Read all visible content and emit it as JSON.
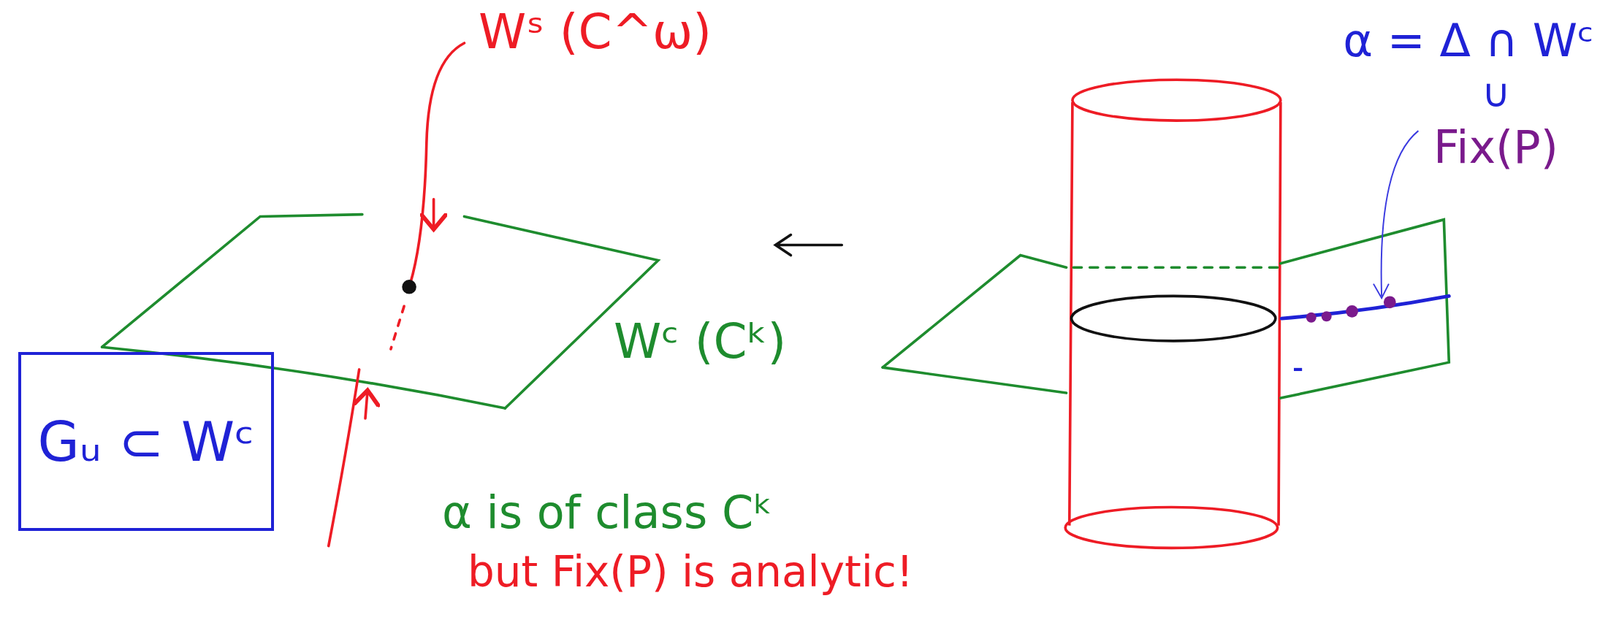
{
  "diagram": {
    "nodes": [
      {
        "text": [
          "Gᵤ ⊂ Wᶜ"
        ]
      }
    ],
    "labels": [
      "Wˢ (C^ω)",
      "Wᶜ (Cᵏ)",
      "α = Δ ∩ Wᶜ",
      "∪",
      "Fix(P)",
      "α is of class Cᵏ",
      "but Fix(P) is analytic!"
    ]
  }
}
